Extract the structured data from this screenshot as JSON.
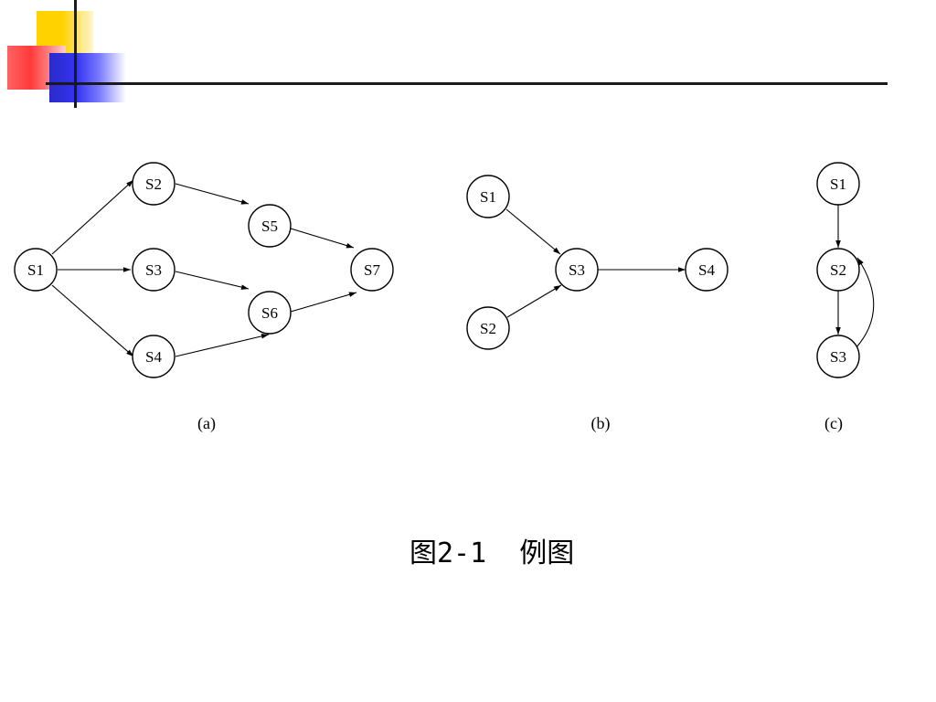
{
  "panels": [
    {
      "label": "(a)",
      "nodes": [
        "S1",
        "S2",
        "S3",
        "S4",
        "S5",
        "S6",
        "S7"
      ],
      "edges": [
        [
          "S1",
          "S2"
        ],
        [
          "S1",
          "S3"
        ],
        [
          "S1",
          "S4"
        ],
        [
          "S2",
          "S5"
        ],
        [
          "S3",
          "S6"
        ],
        [
          "S4",
          "S6"
        ],
        [
          "S5",
          "S7"
        ],
        [
          "S6",
          "S7"
        ]
      ]
    },
    {
      "label": "(b)",
      "nodes": [
        "S1",
        "S2",
        "S3",
        "S4"
      ],
      "edges": [
        [
          "S1",
          "S3"
        ],
        [
          "S2",
          "S3"
        ],
        [
          "S3",
          "S4"
        ]
      ]
    },
    {
      "label": "(c)",
      "nodes": [
        "S1",
        "S2",
        "S3"
      ],
      "edges": [
        [
          "S1",
          "S2"
        ],
        [
          "S2",
          "S3"
        ],
        [
          "S3",
          "S2"
        ]
      ]
    }
  ],
  "caption": "图2-1  例图"
}
